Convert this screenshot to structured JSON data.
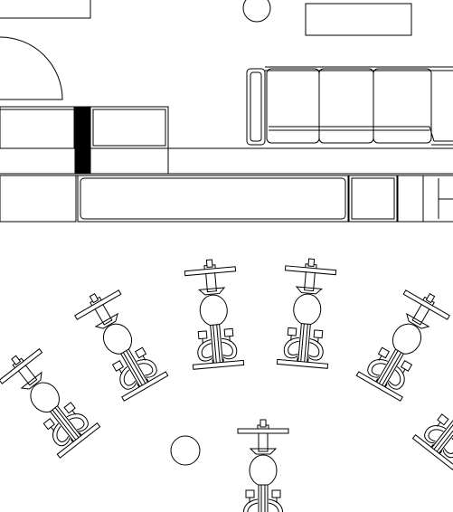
{
  "drawing": {
    "kind": "architectural floor plan line drawing",
    "colors": {
      "line": "#000000",
      "background": "#ffffff"
    },
    "printed_text": []
  },
  "furniture": {
    "sofa_seat_cushions": 3,
    "bikes": [
      {
        "id": "bike-1",
        "rotation_deg": -38
      },
      {
        "id": "bike-2",
        "rotation_deg": -30
      },
      {
        "id": "bike-3",
        "rotation_deg": -5
      },
      {
        "id": "bike-4",
        "rotation_deg": 5
      },
      {
        "id": "bike-5",
        "rotation_deg": 30
      },
      {
        "id": "bike-6",
        "rotation_deg": 38
      },
      {
        "id": "bike-7",
        "rotation_deg": 0
      }
    ],
    "round_objects": 2
  }
}
